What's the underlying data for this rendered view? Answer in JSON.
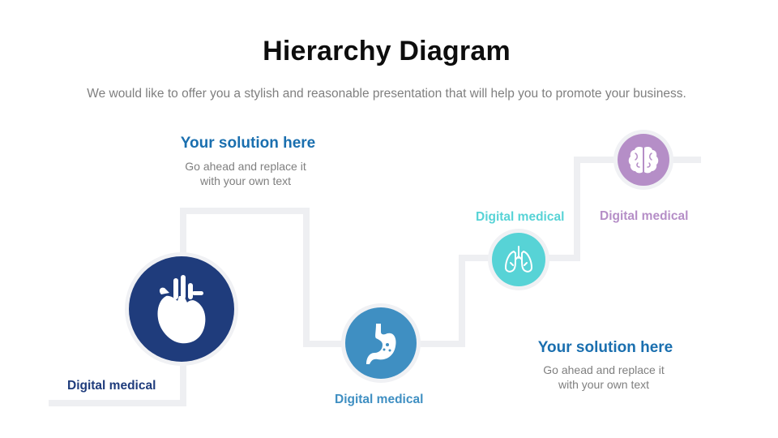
{
  "title": "Hierarchy Diagram",
  "subtitle": "We would like to offer you a stylish and reasonable presentation that will help you to promote your business.",
  "colors": {
    "heart": "#1f3c7c",
    "stomach": "#3f8fc2",
    "lungs": "#57d3d6",
    "brain": "#b58ec7",
    "path": "#eeeff2",
    "heading": "#1a6faf"
  },
  "steps": [
    {
      "label": "Digital medical",
      "icon": "heart-icon",
      "color": "#1f3c7c"
    },
    {
      "label": "Digital medical",
      "icon": "stomach-icon",
      "color": "#3f8fc2"
    },
    {
      "label": "Digital medical",
      "icon": "lungs-icon",
      "color": "#57d3d6"
    },
    {
      "label": "Digital medical",
      "icon": "brain-icon",
      "color": "#b58ec7"
    }
  ],
  "callouts": [
    {
      "heading": "Your solution here",
      "text_line1": "Go ahead and replace it",
      "text_line2": "with your own text"
    },
    {
      "heading": "Your solution here",
      "text_line1": "Go ahead and replace it",
      "text_line2": "with your own text"
    }
  ]
}
